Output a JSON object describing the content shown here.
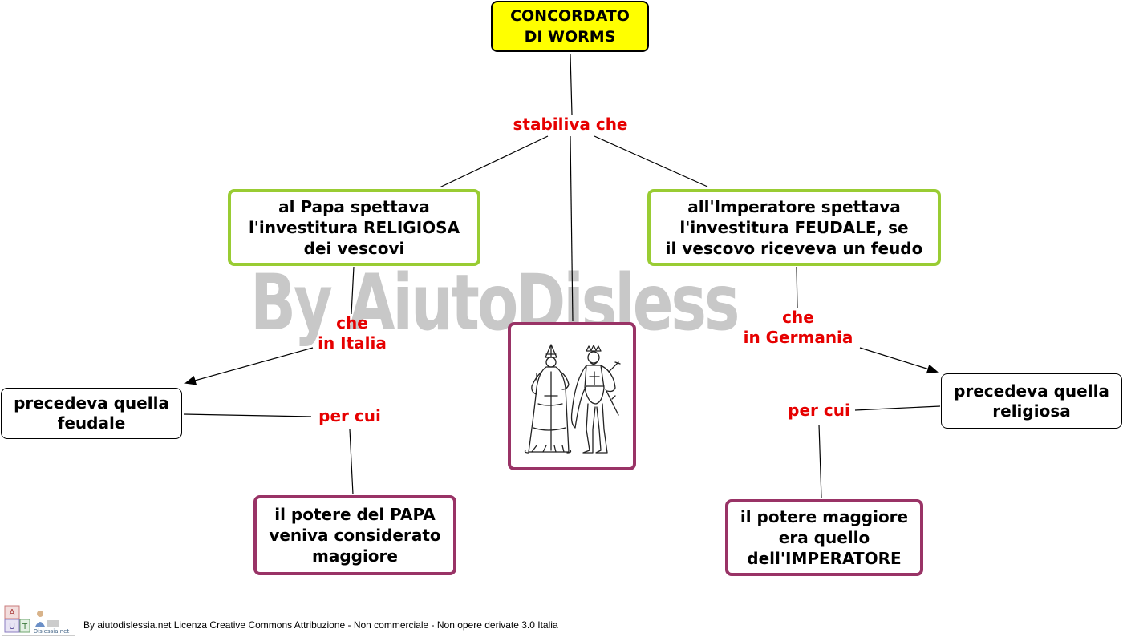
{
  "watermark": "By AiutoDislessia.net",
  "nodes": {
    "root": "CONCORDATO\nDI WORMS",
    "papa_rights": "al Papa spettava\nl'investitura RELIGIOSA\ndei vescovi",
    "emperor_rights": "all'Imperatore spettava\nl'investitura FEUDALE, se\nil vescovo riceveva un feudo",
    "italy_order": "precedeva quella\nfeudale",
    "germany_order": "precedeva quella\nreligiosa",
    "papa_power": "il potere del PAPA\nveniva considerato\nmaggiore",
    "emperor_power": "il potere maggiore\nera quello\ndell'IMPERATORE"
  },
  "links": {
    "established": "stabiliva che",
    "italy": "che\nin Italia",
    "germany": "che\nin Germania",
    "therefore_left": "per cui",
    "therefore_right": "per cui"
  },
  "image_box": {
    "icon": "pope-and-emperor-illustration"
  },
  "footer": {
    "logo": "aiutodislessia-logo",
    "license": "By aiutodislessia.net Licenza Creative Commons Attribuzione - Non commerciale - Non opere derivate 3.0 Italia"
  },
  "colors": {
    "root_fill": "#ffff00",
    "green_border": "#99cc33",
    "purple_border": "#993366",
    "link_text": "#e60000",
    "watermark": "#c8c8c8"
  }
}
